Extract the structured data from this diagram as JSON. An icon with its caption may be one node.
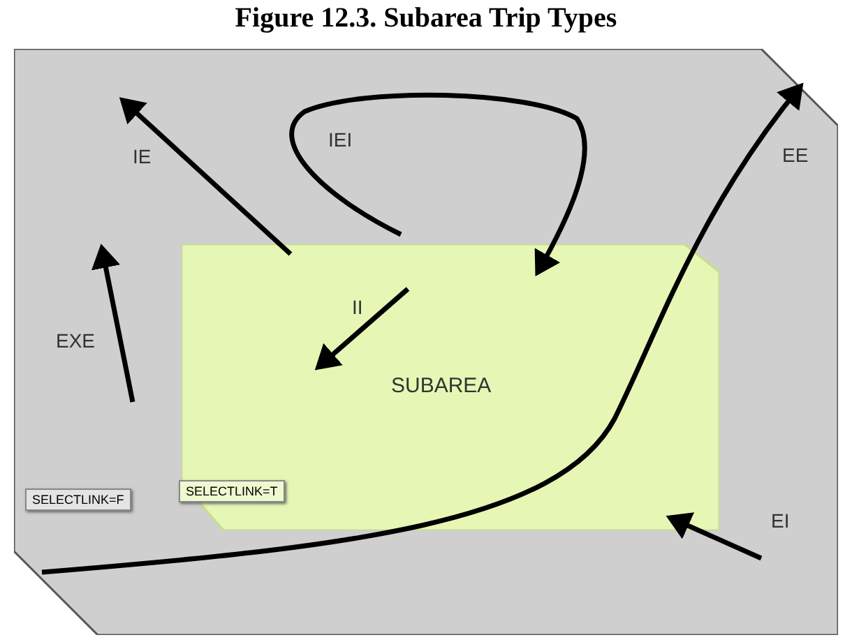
{
  "diagram": {
    "title": "Figure 12.3. Subarea Trip Types",
    "nodes": [
      {
        "text": [],
        "shape": "box"
      },
      {
        "text": [
          "SUBAREA"
        ],
        "in": 0
      },
      {
        "text": [
          "SELECTLINK=F"
        ],
        "in": 0
      },
      {
        "text": [
          "SELECTLINK=T"
        ],
        "in": 1
      }
    ],
    "labels": [
      "IEI",
      "IE",
      "EE",
      "II",
      "EXE",
      "EI"
    ]
  }
}
